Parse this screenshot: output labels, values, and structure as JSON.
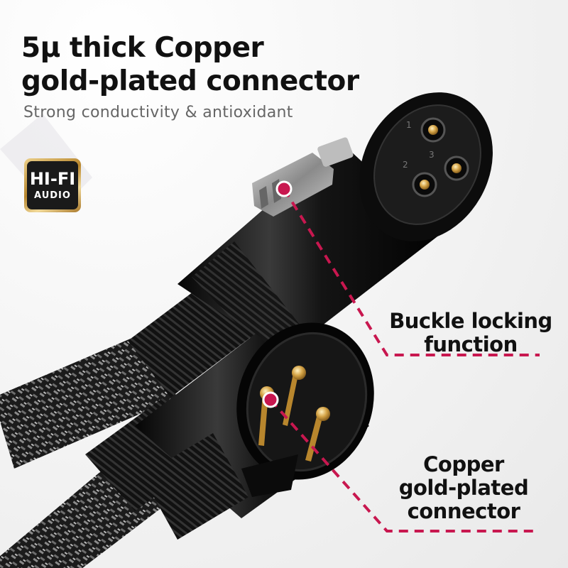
{
  "headline": {
    "line1": "5μ thick Copper",
    "line2": "gold-plated connector"
  },
  "subheadline": "Strong conductivity & antioxidant",
  "badge": {
    "top": "HI-FI",
    "bottom": "AUDIO"
  },
  "callouts": [
    {
      "line1": "Buckle locking",
      "line2": "function"
    },
    {
      "line1": "Copper",
      "line2": "gold-plated",
      "line3": "connector"
    }
  ],
  "connector_pin_labels": [
    "1",
    "2",
    "3"
  ],
  "colors": {
    "accent": "#c8174f",
    "headline": "#111111",
    "subheadline": "#666666",
    "badge_gold": "#c9a04a"
  }
}
